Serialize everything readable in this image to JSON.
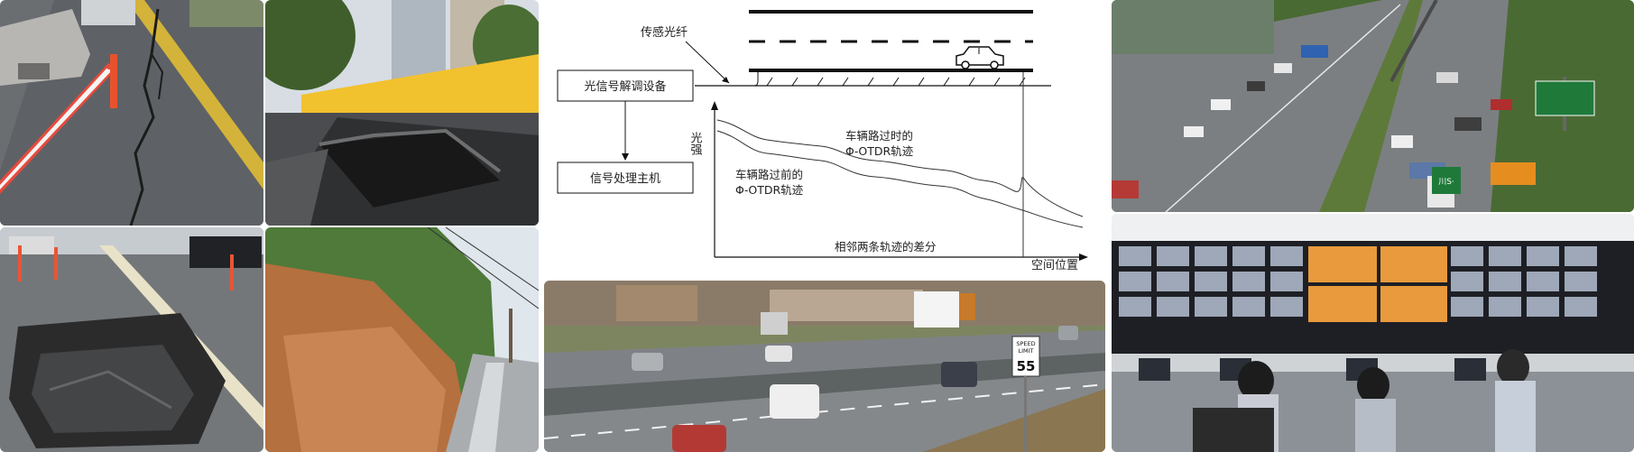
{
  "diagram": {
    "sensor_fiber_label": "传感光纤",
    "demodulator_label": "光信号解调设备",
    "processor_label": "信号处理主机",
    "y_axis_label": "光强",
    "x_axis_label": "空间位置",
    "trace_passing_label_line1": "车辆路过时的",
    "trace_passing_label_line2": "Φ-OTDR轨迹",
    "trace_before_label_line1": "车辆路过前的",
    "trace_before_label_line2": "Φ-OTDR轨迹",
    "difference_label": "相邻两条轨迹的差分"
  },
  "photos": {
    "speed_sign_line1": "SPEED",
    "speed_sign_line2": "LIMIT",
    "speed_sign_value": "55",
    "green_sign_text": "川S·",
    "colors": {
      "asphalt": "#5b5f63",
      "crack": "#1c1c1c",
      "barrier_yellow": "#f2c12e",
      "soil": "#b5703f",
      "vegetation": "#4f7a3a",
      "sky": "#dfe6ec",
      "monitor_wall": "#1e1f25"
    }
  }
}
